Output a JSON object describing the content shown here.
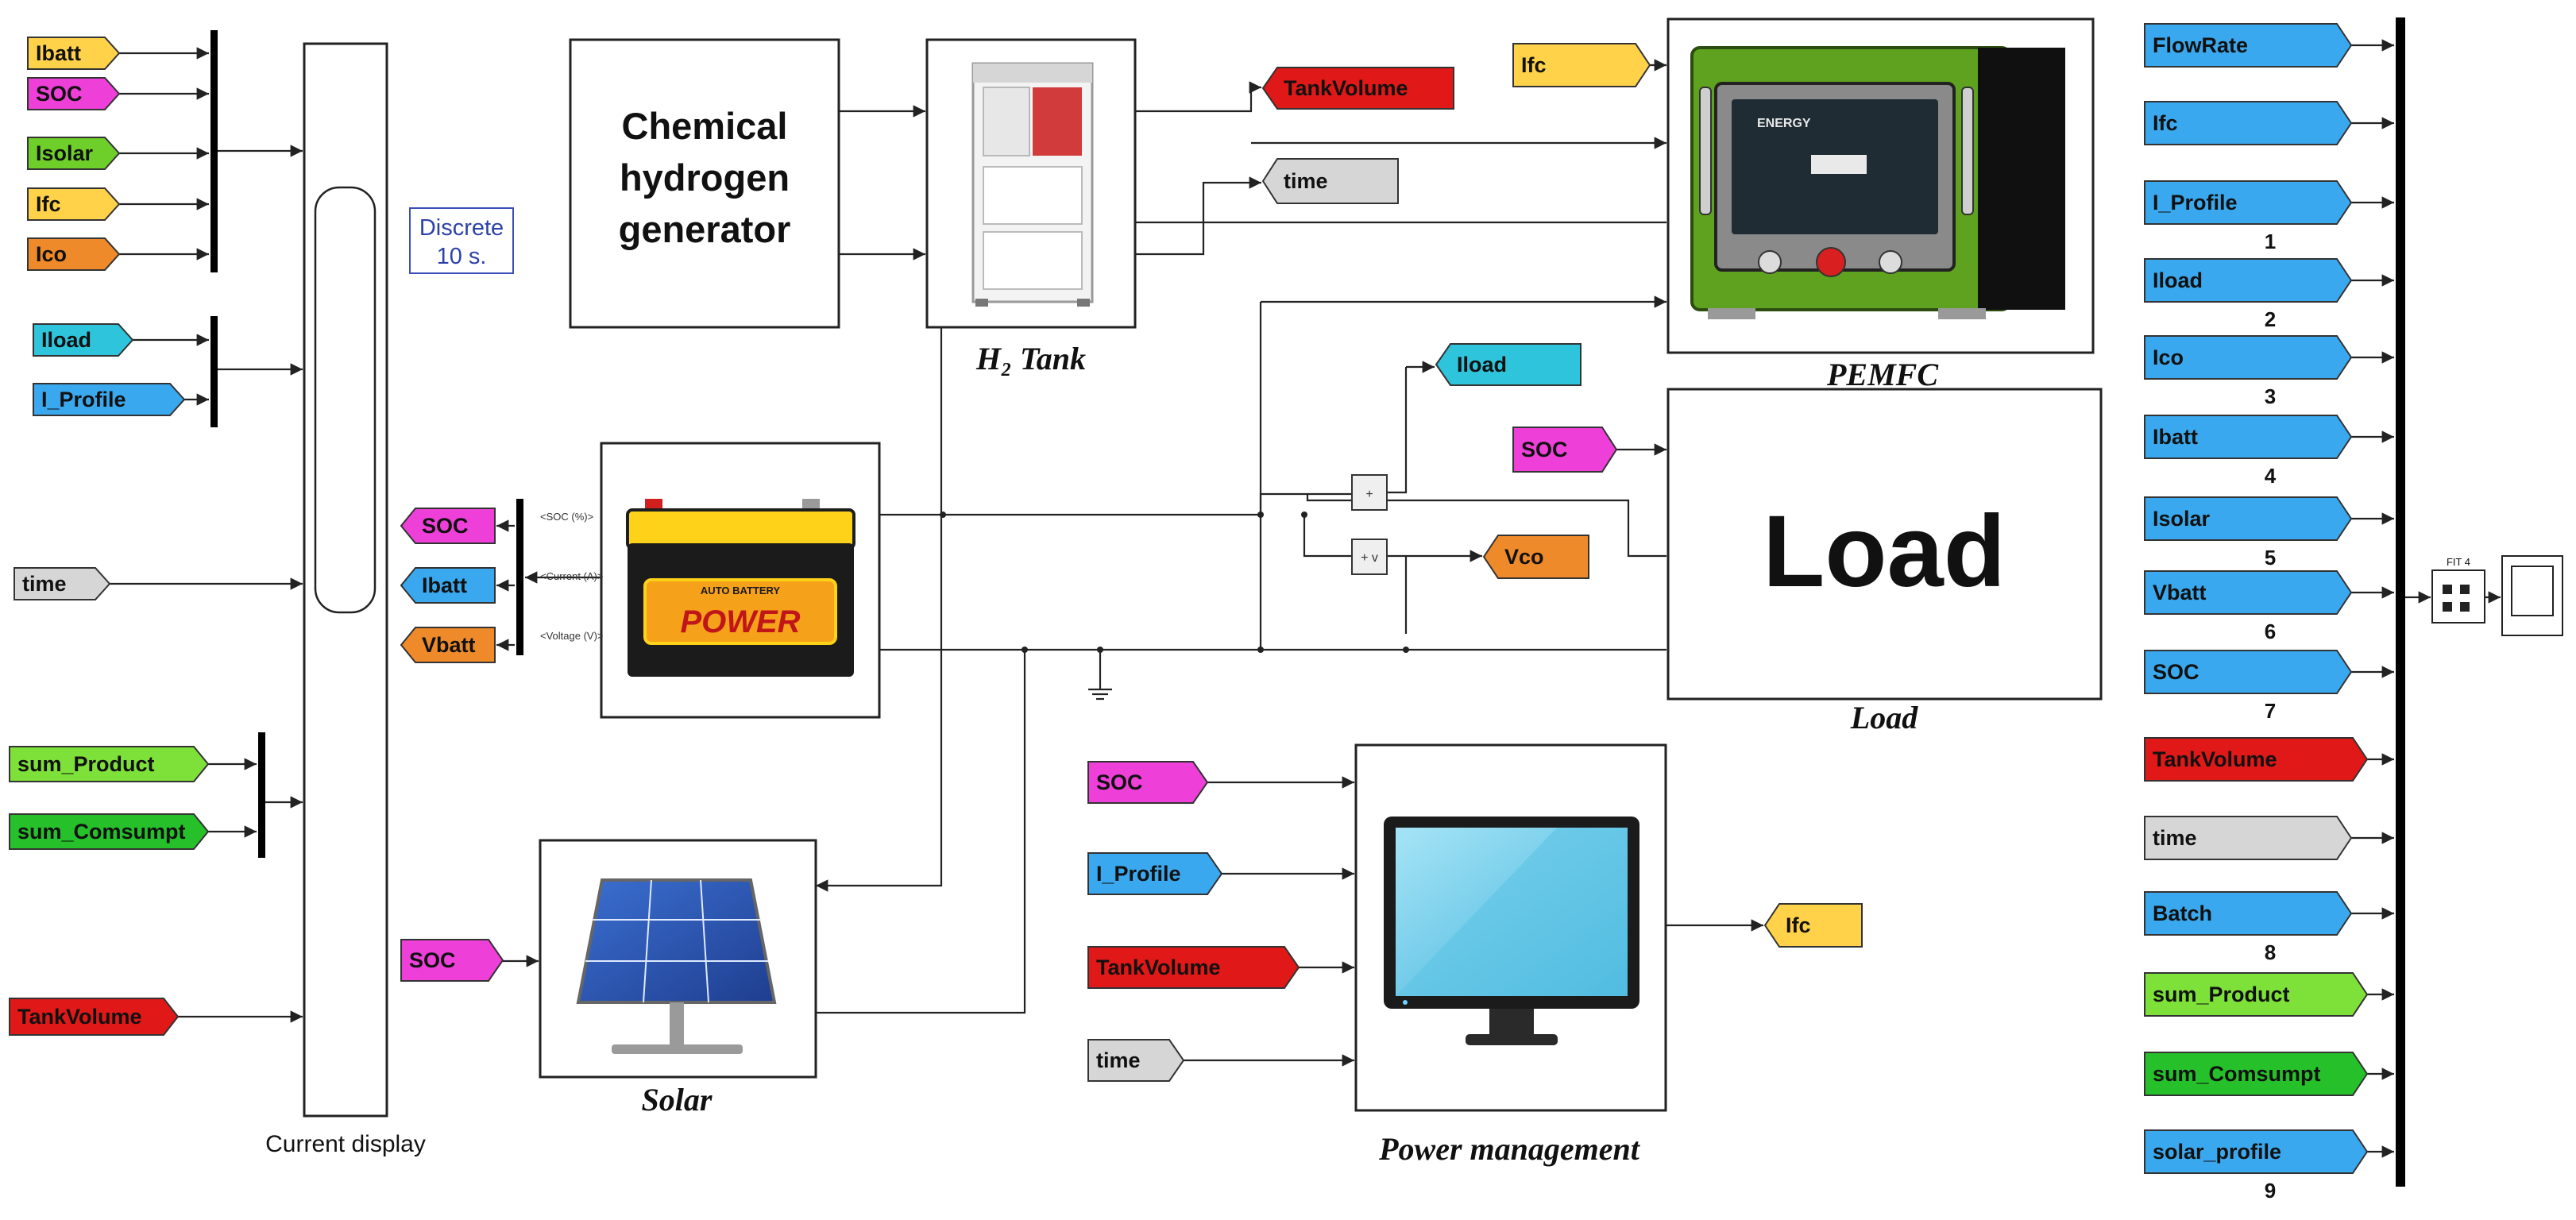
{
  "colors": {
    "yellow": "#ffd24a",
    "pink": "#ee3fd8",
    "green": "#6fcf2a",
    "orange": "#ee8a2a",
    "cyan": "#2ec4dc",
    "blue": "#3aa8ee",
    "gray": "#d6d6d6",
    "red": "#e01818",
    "lime": "#7ee13a",
    "darkgreen": "#26c12a",
    "lightcyan": "#8ed8f0"
  },
  "blocks": {
    "chemical_generator": "Chemical hydrogen generator",
    "chemical_generator_lines": [
      "Chemical",
      "hydrogen",
      "generator"
    ],
    "discrete": [
      "Discrete",
      "10 s."
    ],
    "load_title": "Load",
    "current_display": "Current display",
    "battery_ports": [
      "<SOC (%)>",
      "<Current (A)>",
      "<Voltage (V)>"
    ],
    "demux": "FIT 4"
  },
  "captions": {
    "h2_tank": "H₂ Tank",
    "pemfc": "PEMFC",
    "load": "Load",
    "solar": "Solar",
    "power_management": "Power management"
  },
  "left_tags_group1": [
    {
      "label": "Ibatt",
      "color": "yellow"
    },
    {
      "label": "SOC",
      "color": "pink"
    },
    {
      "label": "Isolar",
      "color": "green"
    },
    {
      "label": "Ifc",
      "color": "yellow"
    },
    {
      "label": "Ico",
      "color": "orange"
    }
  ],
  "left_tags_group2": [
    {
      "label": "Iload",
      "color": "cyan"
    },
    {
      "label": "I_Profile",
      "color": "blue"
    }
  ],
  "left_time_tag": {
    "label": "time",
    "color": "gray"
  },
  "left_tags_group3": [
    {
      "label": "sum_Product",
      "color": "lime"
    },
    {
      "label": "sum_Comsumpt",
      "color": "darkgreen"
    }
  ],
  "left_tank_tag": {
    "label": "TankVolume",
    "color": "red"
  },
  "battery_out_tags": [
    {
      "label": "SOC",
      "color": "pink"
    },
    {
      "label": "Ibatt",
      "color": "blue"
    },
    {
      "label": "Vbatt",
      "color": "orange"
    }
  ],
  "tank_out_tags": [
    {
      "label": "TankVolume",
      "color": "red"
    },
    {
      "label": "time",
      "color": "gray"
    }
  ],
  "ifc_in_tag": {
    "label": "Ifc",
    "color": "yellow"
  },
  "load_tags": {
    "iload": {
      "label": "Iload",
      "color": "cyan"
    },
    "soc": {
      "label": "SOC",
      "color": "pink"
    },
    "vco": {
      "label": "Vco",
      "color": "orange"
    }
  },
  "solar_soc_tag": {
    "label": "SOC",
    "color": "pink"
  },
  "pm_in_tags": [
    {
      "label": "SOC",
      "color": "pink"
    },
    {
      "label": "I_Profile",
      "color": "blue"
    },
    {
      "label": "TankVolume",
      "color": "red"
    },
    {
      "label": "time",
      "color": "gray"
    }
  ],
  "pm_out_tag": {
    "label": "Ifc",
    "color": "yellow"
  },
  "right_tags": [
    {
      "label": "FlowRate",
      "color": "blue",
      "num": ""
    },
    {
      "label": "Ifc",
      "color": "blue",
      "num": ""
    },
    {
      "label": "I_Profile",
      "color": "blue",
      "num": "1"
    },
    {
      "label": "Iload",
      "color": "blue",
      "num": "2"
    },
    {
      "label": "Ico",
      "color": "blue",
      "num": "3"
    },
    {
      "label": "Ibatt",
      "color": "blue",
      "num": "4"
    },
    {
      "label": "Isolar",
      "color": "blue",
      "num": "5"
    },
    {
      "label": "Vbatt",
      "color": "blue",
      "num": "6"
    },
    {
      "label": "SOC",
      "color": "blue",
      "num": "7"
    },
    {
      "label": "TankVolume",
      "color": "red",
      "num": ""
    },
    {
      "label": "time",
      "color": "gray",
      "num": ""
    },
    {
      "label": "Batch",
      "color": "blue",
      "num": "8"
    },
    {
      "label": "sum_Product",
      "color": "lime",
      "num": ""
    },
    {
      "label": "sum_Comsumpt",
      "color": "darkgreen",
      "num": ""
    },
    {
      "label": "solar_profile",
      "color": "blue",
      "num": "9"
    }
  ],
  "images": {
    "battery": {
      "brand": "AUTO BATTERY",
      "text": "POWER"
    },
    "pemfc_panel": "ENERGY"
  }
}
